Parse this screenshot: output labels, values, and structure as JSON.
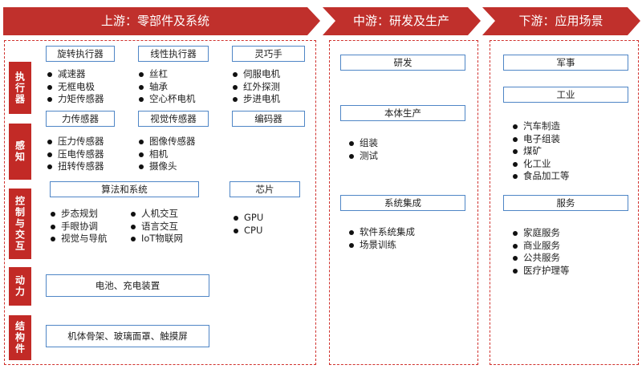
{
  "colors": {
    "header": "#c0302c",
    "panel_border": "#d0312d",
    "box_border": "#4f86c6"
  },
  "headers": {
    "upstream": "上游：零部件及系统",
    "midstream": "中游：研发及生产",
    "downstream": "下游：应用场景"
  },
  "upstream": {
    "rows": {
      "actuator": "执行器",
      "sensing": "感知",
      "control": "控制与交互",
      "power": "动力",
      "structure": "结构件"
    },
    "actuator": {
      "rotary": {
        "title": "旋转执行器",
        "items": [
          "减速器",
          "无框电极",
          "力矩传感器"
        ]
      },
      "linear": {
        "title": "线性执行器",
        "items": [
          "丝杠",
          "轴承",
          "空心杯电机"
        ]
      },
      "hand": {
        "title": "灵巧手",
        "items": [
          "伺服电机",
          "红外探测",
          "步进电机"
        ]
      }
    },
    "sensing": {
      "force": {
        "title": "力传感器",
        "items": [
          "压力传感器",
          "压电传感器",
          "扭转传感器"
        ]
      },
      "vision": {
        "title": "视觉传感器",
        "items": [
          "图像传感器",
          "相机",
          "摄像头"
        ]
      },
      "encoder": {
        "title": "编码器"
      }
    },
    "control": {
      "algo": {
        "title": "算法和系统",
        "items_left": [
          "步态规划",
          "手眼协调",
          "视觉与导航"
        ],
        "items_right": [
          "人机交互",
          "语言交互",
          "IoT物联网"
        ]
      },
      "chip": {
        "title": "芯片",
        "items": [
          "GPU",
          "CPU"
        ]
      }
    },
    "power": {
      "title": "电池、充电装置"
    },
    "structure": {
      "title": "机体骨架、玻璃面罩、触摸屏"
    }
  },
  "midstream": {
    "rd": {
      "title": "研发"
    },
    "production": {
      "title": "本体生产",
      "items": [
        "组装",
        "测试"
      ]
    },
    "integration": {
      "title": "系统集成",
      "items": [
        "软件系统集成",
        "场景训练"
      ]
    }
  },
  "downstream": {
    "military": {
      "title": "军事"
    },
    "industry": {
      "title": "工业",
      "items": [
        "汽车制造",
        "电子组装",
        "煤矿",
        "化工业",
        "食品加工等"
      ]
    },
    "service": {
      "title": "服务",
      "items": [
        "家庭服务",
        "商业服务",
        "公共服务",
        "医疗护理等"
      ]
    }
  }
}
